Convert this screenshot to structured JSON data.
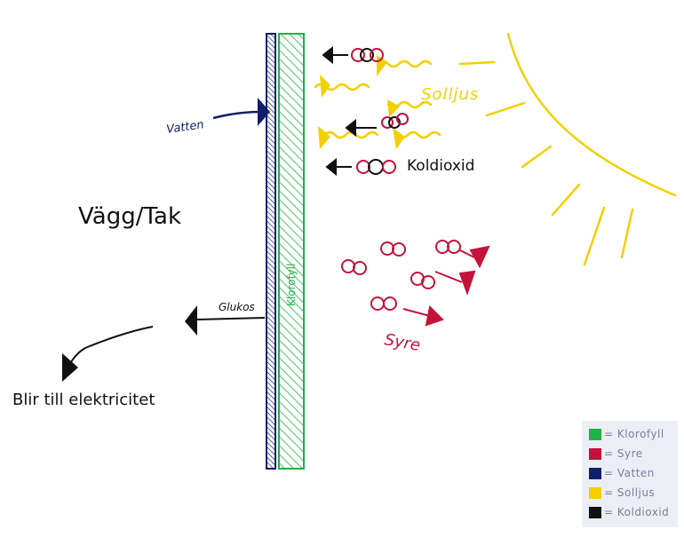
{
  "labels": {
    "wall": "Vägg/Tak",
    "water": "Vatten",
    "sunlight": "Solljus",
    "co2": "Koldioxid",
    "chlorophyll": "Klorofyll",
    "glucose": "Glukos",
    "electricity": "Blir till elektricitet",
    "oxygen": "Syre"
  },
  "legend": [
    {
      "label": "= Klorofyll",
      "color": "#1fb24a"
    },
    {
      "label": "= Syre",
      "color": "#c4123a"
    },
    {
      "label": "= Vatten",
      "color": "#111e6b"
    },
    {
      "label": "= Solljus",
      "color": "#f2d000"
    },
    {
      "label": "= Koldioxid",
      "color": "#111111"
    }
  ],
  "colors": {
    "water": "#111e6b",
    "chlorophyll": "#1fb24a",
    "sunlight": "#f2d000",
    "oxygen": "#c4123a",
    "ink": "#111111"
  },
  "icons": [
    "sun-icon",
    "co2-molecule-icon",
    "oxygen-molecule-icon",
    "arrow-icon"
  ]
}
